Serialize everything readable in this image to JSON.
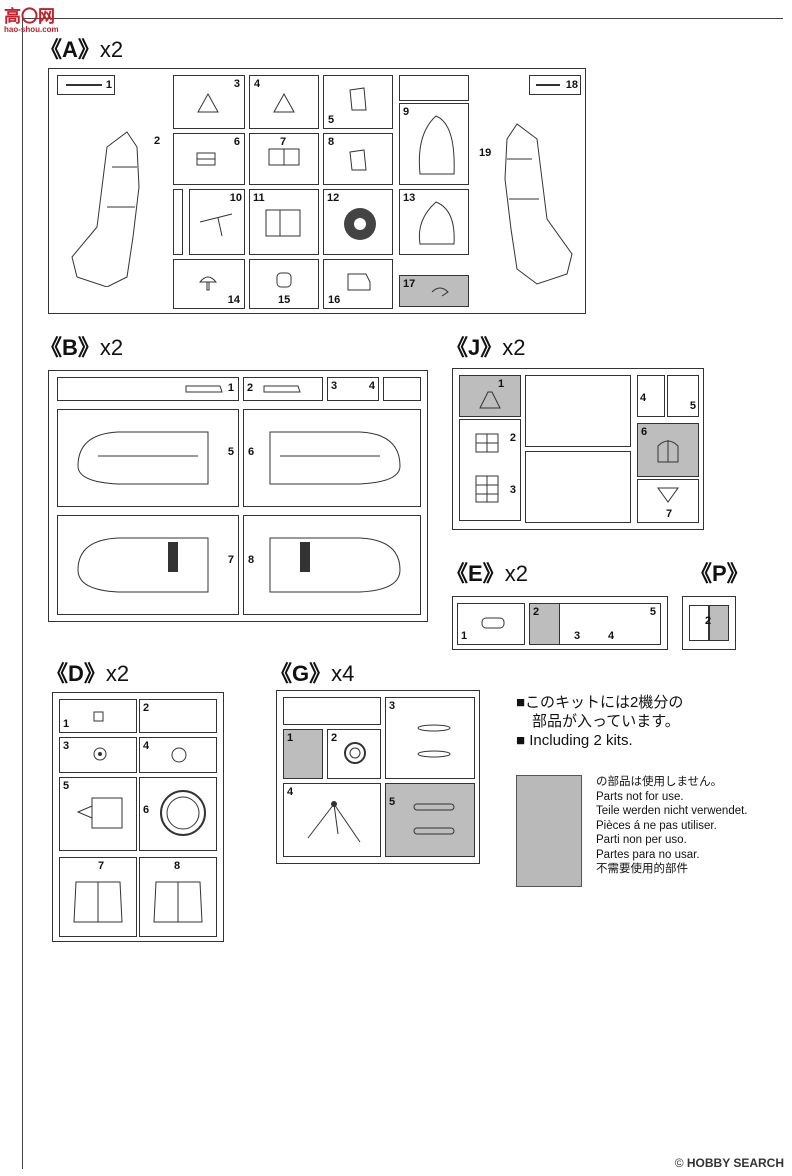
{
  "watermark_top": {
    "brand": "高〇网",
    "url": "hao-shou.com"
  },
  "watermark_bottom": {
    "copyright": "©",
    "brand": "HOBBY SEARCH"
  },
  "groups": {
    "A": {
      "letter": "《A》",
      "mult": "x2",
      "parts": [
        "1",
        "2",
        "3",
        "4",
        "5",
        "6",
        "7",
        "8",
        "9",
        "10",
        "11",
        "12",
        "13",
        "14",
        "15",
        "16",
        "17",
        "18",
        "19"
      ]
    },
    "B": {
      "letter": "《B》",
      "mult": "x2",
      "parts": [
        "1",
        "2",
        "3",
        "4",
        "5",
        "6",
        "7",
        "8"
      ]
    },
    "J": {
      "letter": "《J》",
      "mult": "x2",
      "parts": [
        "1",
        "2",
        "3",
        "4",
        "5",
        "6",
        "7"
      ]
    },
    "E": {
      "letter": "《E》",
      "mult": "x2",
      "parts": [
        "1",
        "2",
        "3",
        "4",
        "5"
      ]
    },
    "P": {
      "letter": "《P》",
      "mult": "",
      "parts": [
        "2"
      ]
    },
    "D": {
      "letter": "《D》",
      "mult": "x2",
      "parts": [
        "1",
        "2",
        "3",
        "4",
        "5",
        "6",
        "7",
        "8"
      ]
    },
    "G": {
      "letter": "《G》",
      "mult": "x4",
      "parts": [
        "1",
        "2",
        "3",
        "4",
        "5"
      ]
    }
  },
  "notes": {
    "kit_jp": "■このキットには2機分の",
    "kit_jp2": "部品が入っています。",
    "kit_en": "■ Including 2 kits.",
    "legend_jp": "の部品は使用しません。",
    "legend_de": "Teile werden nicht verwendet.",
    "legend_en": "Parts not for use.",
    "legend_fr": "Pièces á ne pas utiliser.",
    "legend_it": "Parti non per uso.",
    "legend_es": "Partes para no usar.",
    "legend_zh": "不需要使用的部件",
    "legend_color": "#b9b9b9"
  }
}
